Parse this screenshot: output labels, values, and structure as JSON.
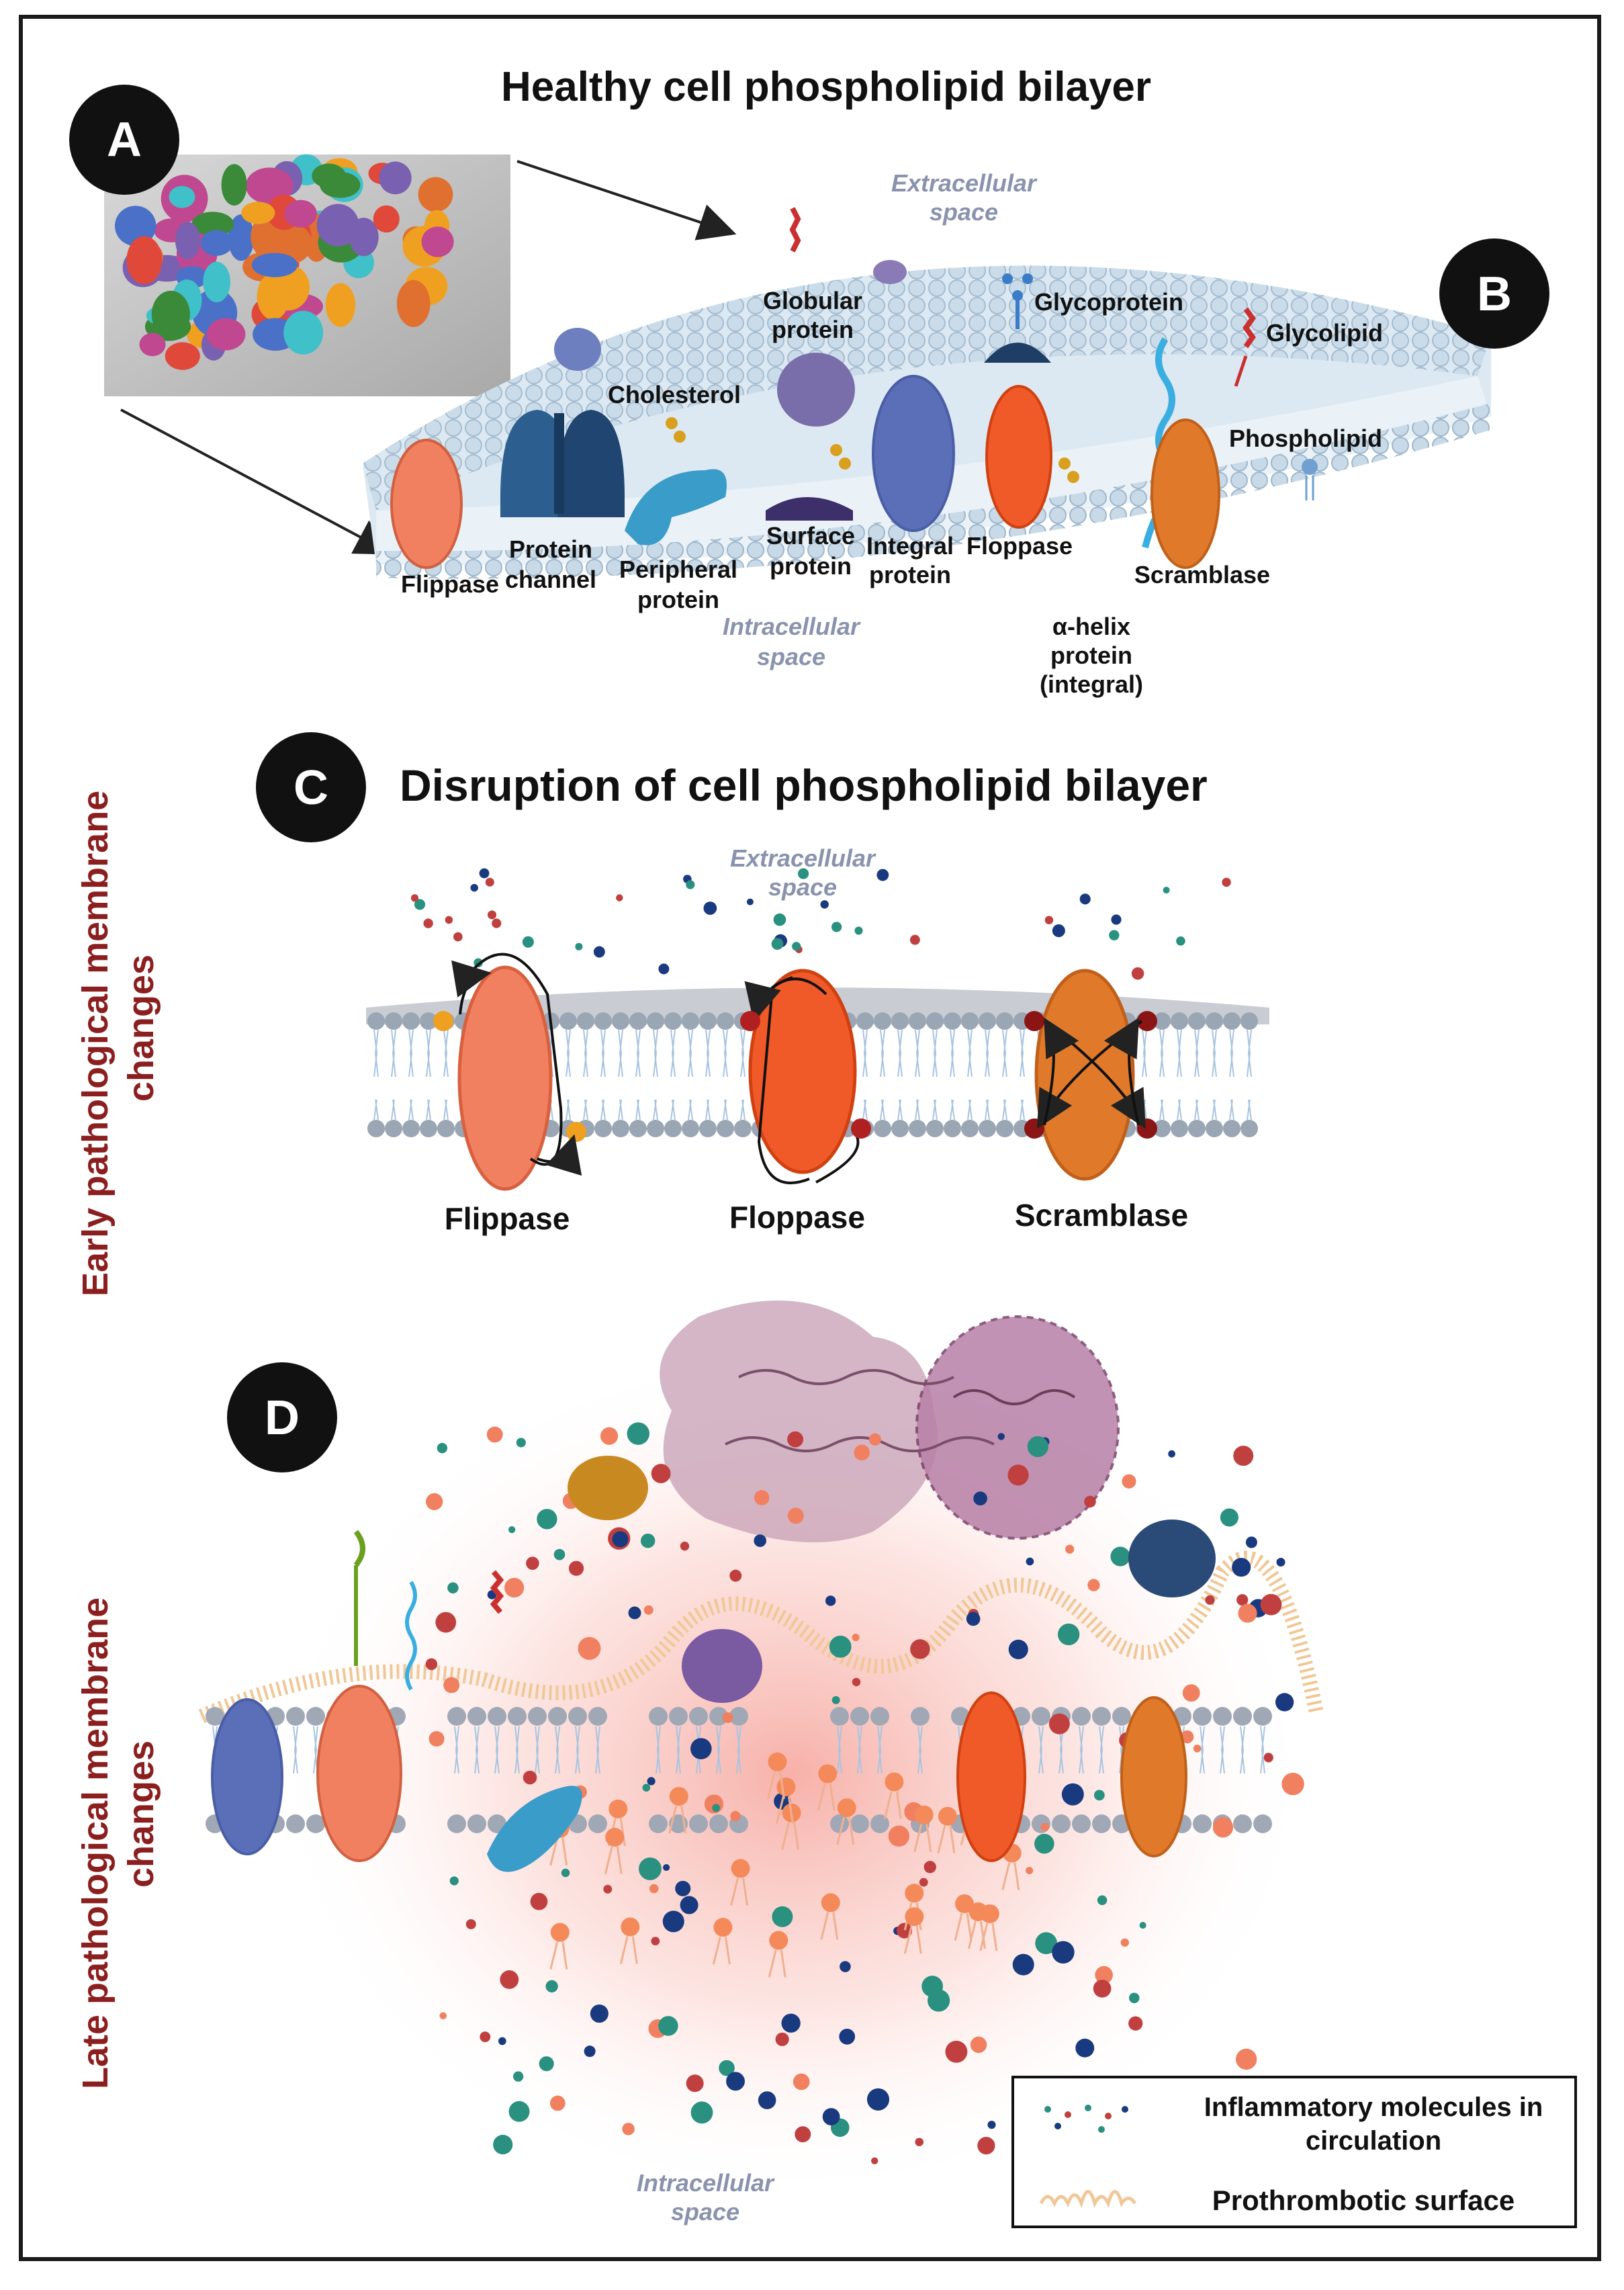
{
  "panel_a": {
    "badge": "A"
  },
  "panel_b": {
    "badge": "B",
    "title": "Healthy cell phospholipid bilayer",
    "extracellular": [
      "Extracellular",
      "space"
    ],
    "intracellular": [
      "Intracellular",
      "space"
    ],
    "labels": {
      "globular": [
        "Globular",
        "protein"
      ],
      "glycoprotein": "Glycoprotein",
      "glycolipid": "Glycolipid",
      "cholesterol": "Cholesterol",
      "phospholipid": "Phospholipid",
      "protein_channel": [
        "Protein",
        "channel"
      ],
      "flippase": "Flippase",
      "peripheral": [
        "Peripheral",
        "protein"
      ],
      "surface": [
        "Surface",
        "protein"
      ],
      "integral": [
        "Integral",
        "protein"
      ],
      "floppase": "Floppase",
      "scramblase": "Scramblase",
      "alpha_helix": [
        "α-helix",
        "protein",
        "(integral)"
      ]
    }
  },
  "panel_c": {
    "badge": "C",
    "title": "Disruption of cell phospholipid bilayer",
    "extracellular": [
      "Extracellular",
      "space"
    ],
    "labels": {
      "flippase": "Flippase",
      "floppase": "Floppase",
      "scramblase": "Scramblase"
    },
    "side_label": [
      "Early pathological  membrane",
      "changes"
    ]
  },
  "panel_d": {
    "badge": "D",
    "intracellular": [
      "Intracellular",
      "space"
    ],
    "side_label": [
      "Late pathological  membrane",
      "changes"
    ]
  },
  "legend": {
    "inflammatory": [
      "Inflammatory molecules in",
      "circulation"
    ],
    "prothrombotic": "Prothrombotic surface"
  },
  "colors": {
    "flippase": "#f08060",
    "floppase": "#f05a28",
    "scramblase": "#e07a2a",
    "integral": "#5b6fb8",
    "channel": "#2c5f8f",
    "peripheral": "#3a9cc8",
    "globular": "#7a6eaa",
    "membrane_head": "#b9cfe0",
    "side_label": "#8b1f1f"
  }
}
